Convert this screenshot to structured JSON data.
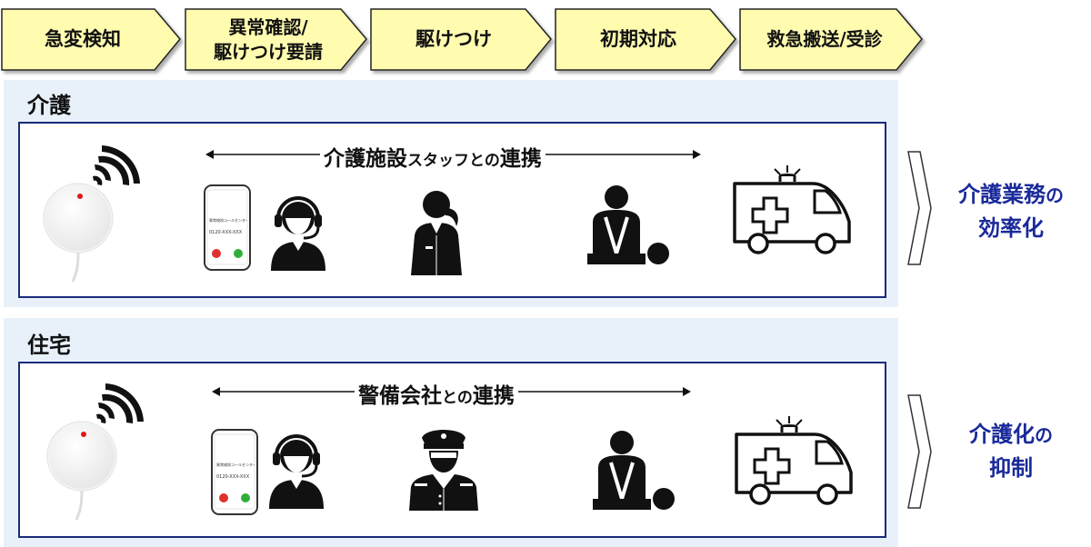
{
  "steps": [
    {
      "label": "急変検知"
    },
    {
      "label": "異常確認/\n駆けつけ要請"
    },
    {
      "label": "駆けつけ"
    },
    {
      "label": "初期対応"
    },
    {
      "label": "救急搬送/受診"
    }
  ],
  "colors": {
    "step_fill": "#fffcb0",
    "box_border": "#1a2a7a",
    "section_bg": "#e8f1fa",
    "outcome_text": "#1a2a9a",
    "sensor_led": "#e01818"
  },
  "care": {
    "title": "介護",
    "flow_main": "介護施設",
    "flow_small": "スタッフとの",
    "flow_end": "連携",
    "phone_title": "異常検知コールセンター",
    "phone_number": "0120-XXX-XXX",
    "outcome_line1_main": "介護業務",
    "outcome_line1_small": "の",
    "outcome_line2": "効率化"
  },
  "home": {
    "title": "住宅",
    "flow_main": "警備会社",
    "flow_small": "との",
    "flow_end": "連携",
    "phone_title": "異常検知コールセンター",
    "phone_number": "0120-XXX-XXX",
    "outcome_line1_main": "介護化",
    "outcome_line1_small": "の",
    "outcome_line2": "抑制"
  },
  "icons": [
    "wifi-icon",
    "sensor-device-icon",
    "smartphone-icon",
    "operator-headset-icon",
    "caregiver-staff-icon",
    "security-guard-icon",
    "cpr-icon",
    "ambulance-icon",
    "arrow-right-icon"
  ]
}
